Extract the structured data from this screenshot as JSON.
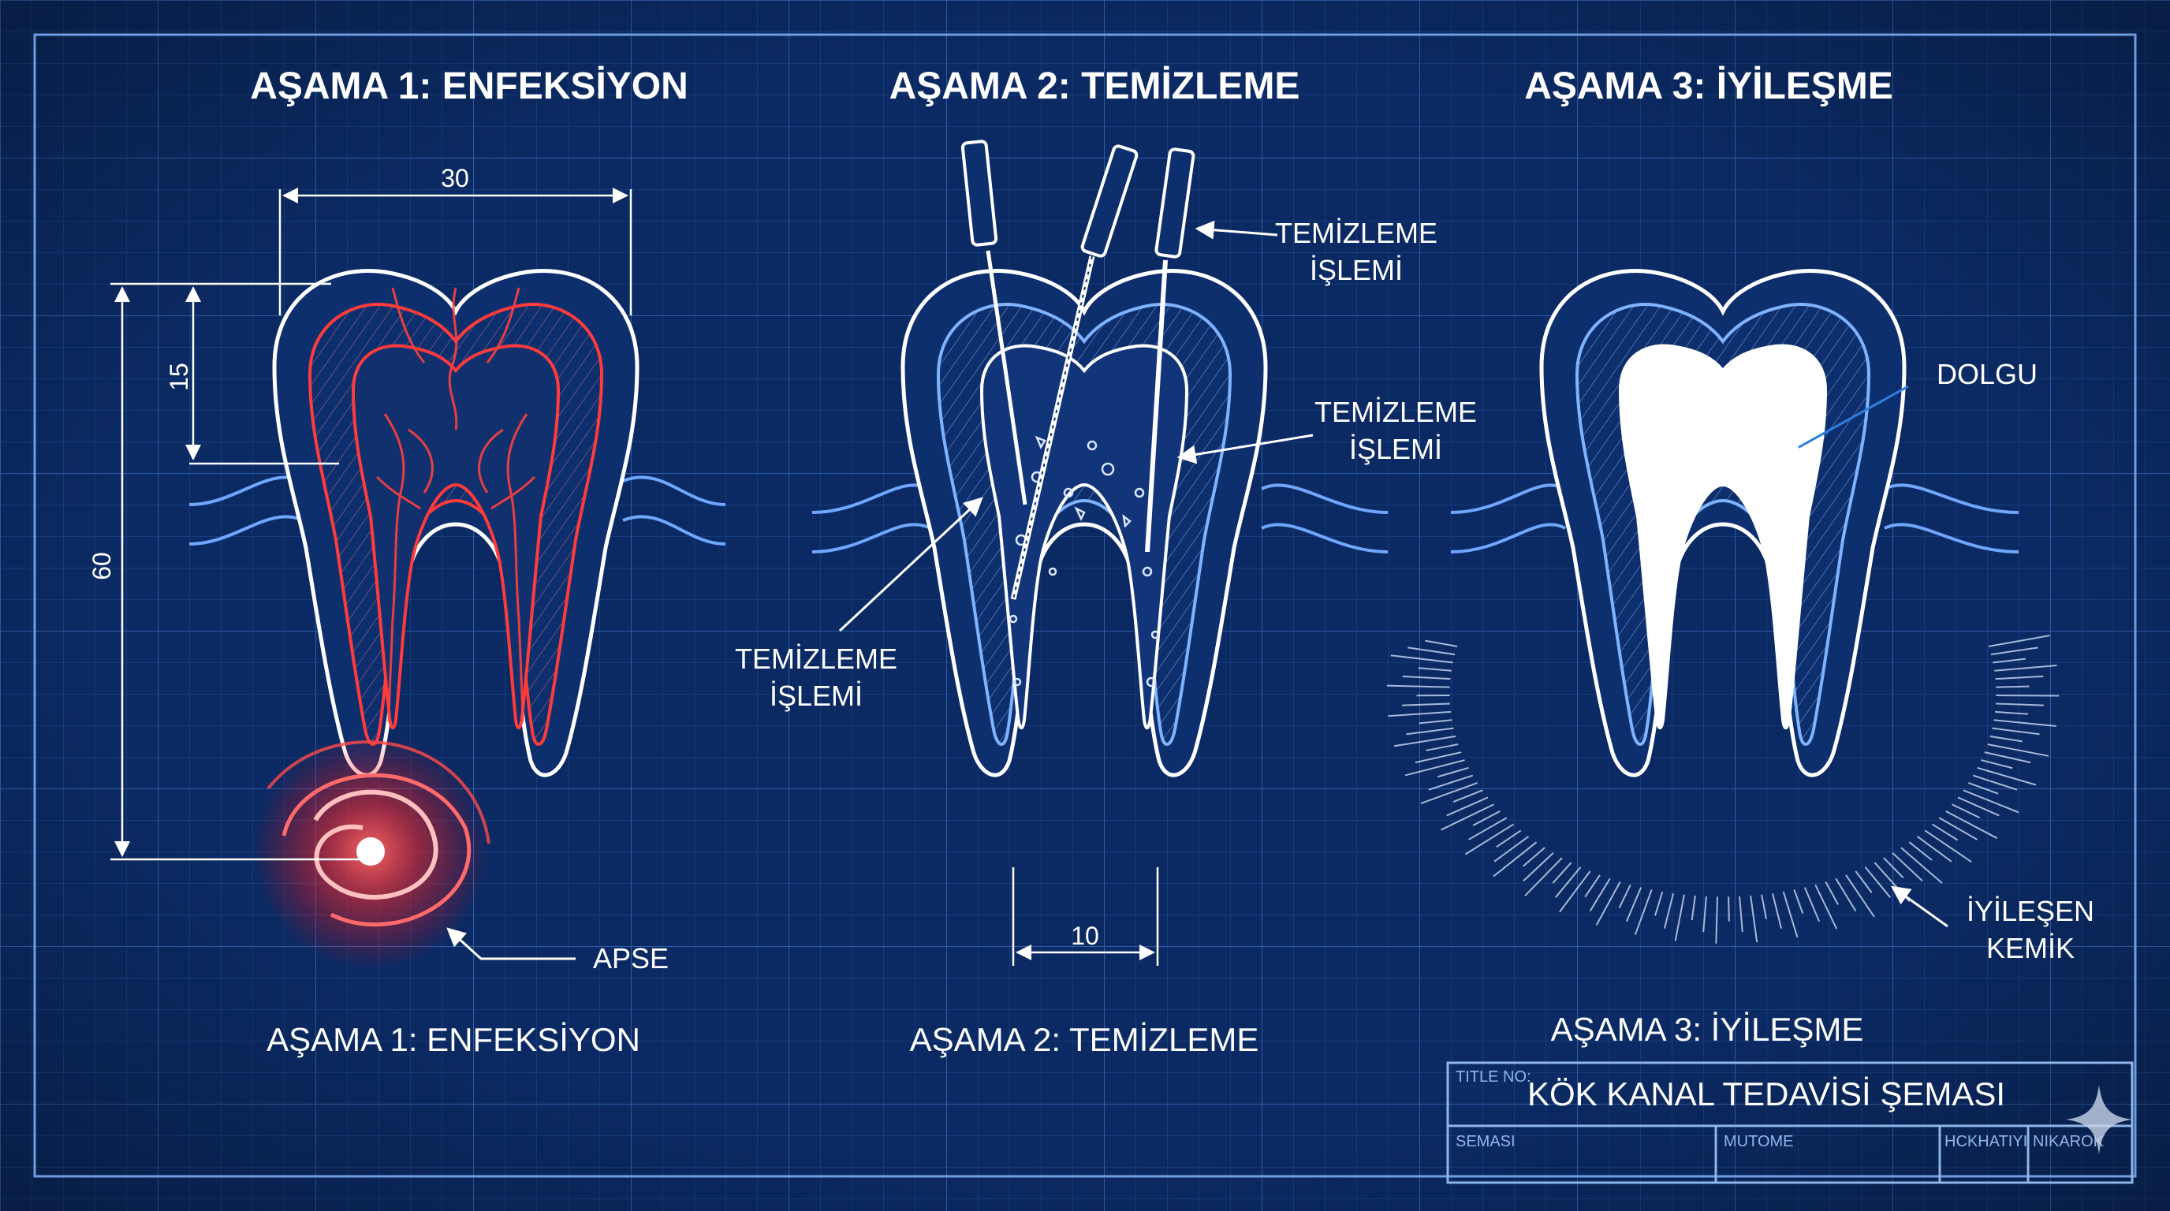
{
  "stages": [
    {
      "heading": "AŞAMA 1: ENFEKSİYON",
      "caption": "AŞAMA 1: ENFEKSİYON"
    },
    {
      "heading": "AŞAMA 2: TEMİZLEME",
      "caption": "AŞAMA 2: TEMİZLEME"
    },
    {
      "heading": "AŞAMA 3: İYİLEŞME",
      "caption": "AŞAMA 3: İYİLEŞME"
    }
  ],
  "dimensions": {
    "width": "30",
    "crown_height": "15",
    "total_height": "60",
    "apex_width": "10"
  },
  "labels": {
    "abscess": "APSE",
    "cleaning_top": [
      "TEMİZLEME",
      "İŞLEMİ"
    ],
    "cleaning_right": [
      "TEMİZLEME",
      "İŞLEMİ"
    ],
    "cleaning_left": [
      "TEMİZLEME",
      "İŞLEMİ"
    ],
    "filling": "DOLGU",
    "healing_bone": [
      "İYİLEŞEN",
      "KEMİK"
    ]
  },
  "title_block": {
    "title_no_label": "TITLE NO:",
    "title": "KÖK KANAL TEDAVİSİ ŞEMASI",
    "cell_1": "SEMASI",
    "cell_2": "MUTOME",
    "cell_3": "HCKHATIYI",
    "cell_4": "NIKAROK"
  },
  "colors": {
    "background": "#0b2a63",
    "grid": "#2a5aa8",
    "outline": "#ffffff",
    "canal_blue": "#7fb3ff",
    "infection_red": "#ff3b3b"
  }
}
